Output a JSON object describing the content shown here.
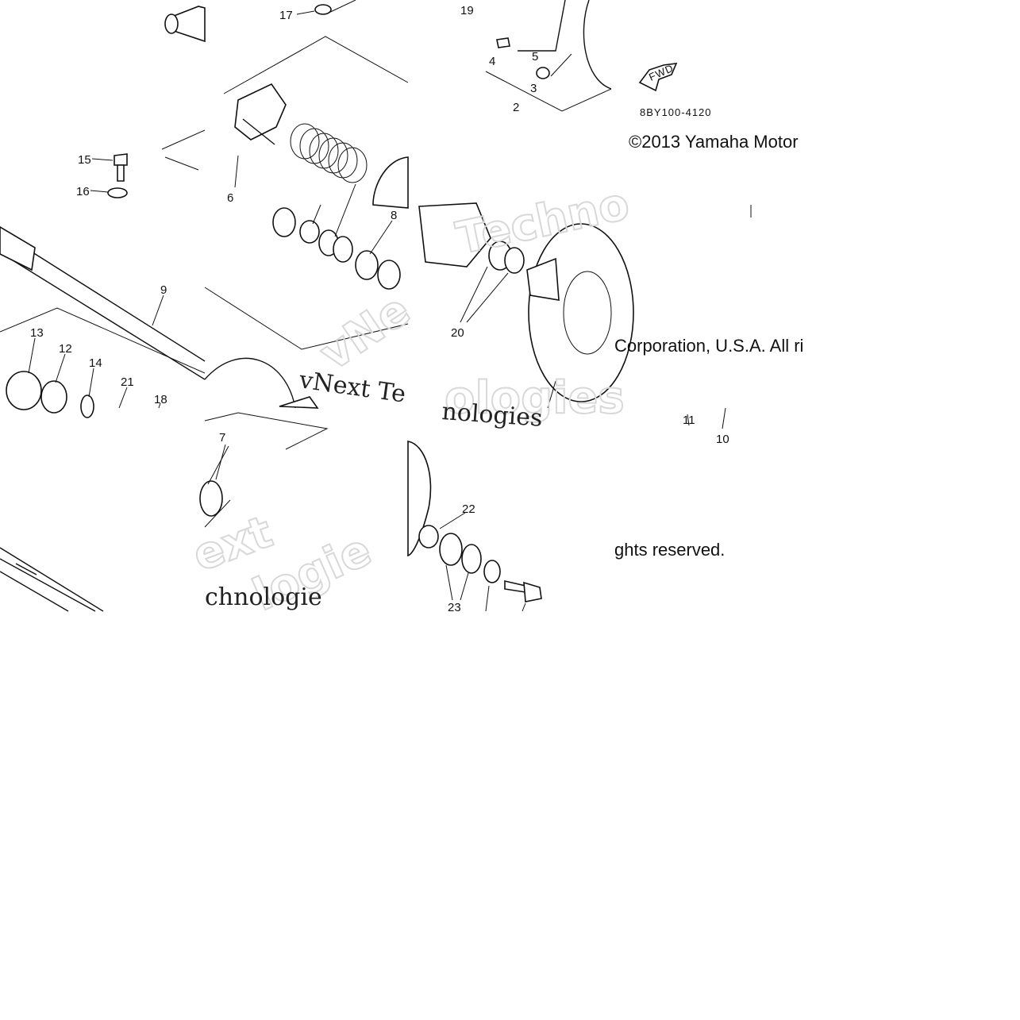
{
  "diagram": {
    "callouts": [
      "2",
      "3",
      "4",
      "5",
      "6",
      "7",
      "8",
      "9",
      "10",
      "11",
      "12",
      "13",
      "14",
      "15",
      "16",
      "17",
      "18",
      "19",
      "20",
      "21",
      "22",
      "23"
    ],
    "part_code": "8BY100-4120",
    "fwd_label": "FWD",
    "copyright_1": "©2013 Yamaha Motor",
    "copyright_2": "Corporation, U.S.A. All ri",
    "copyright_3": "ghts reserved.",
    "watermark_1": "vNext Te",
    "watermark_2": "chnologie",
    "watermark_3": "nologies"
  }
}
